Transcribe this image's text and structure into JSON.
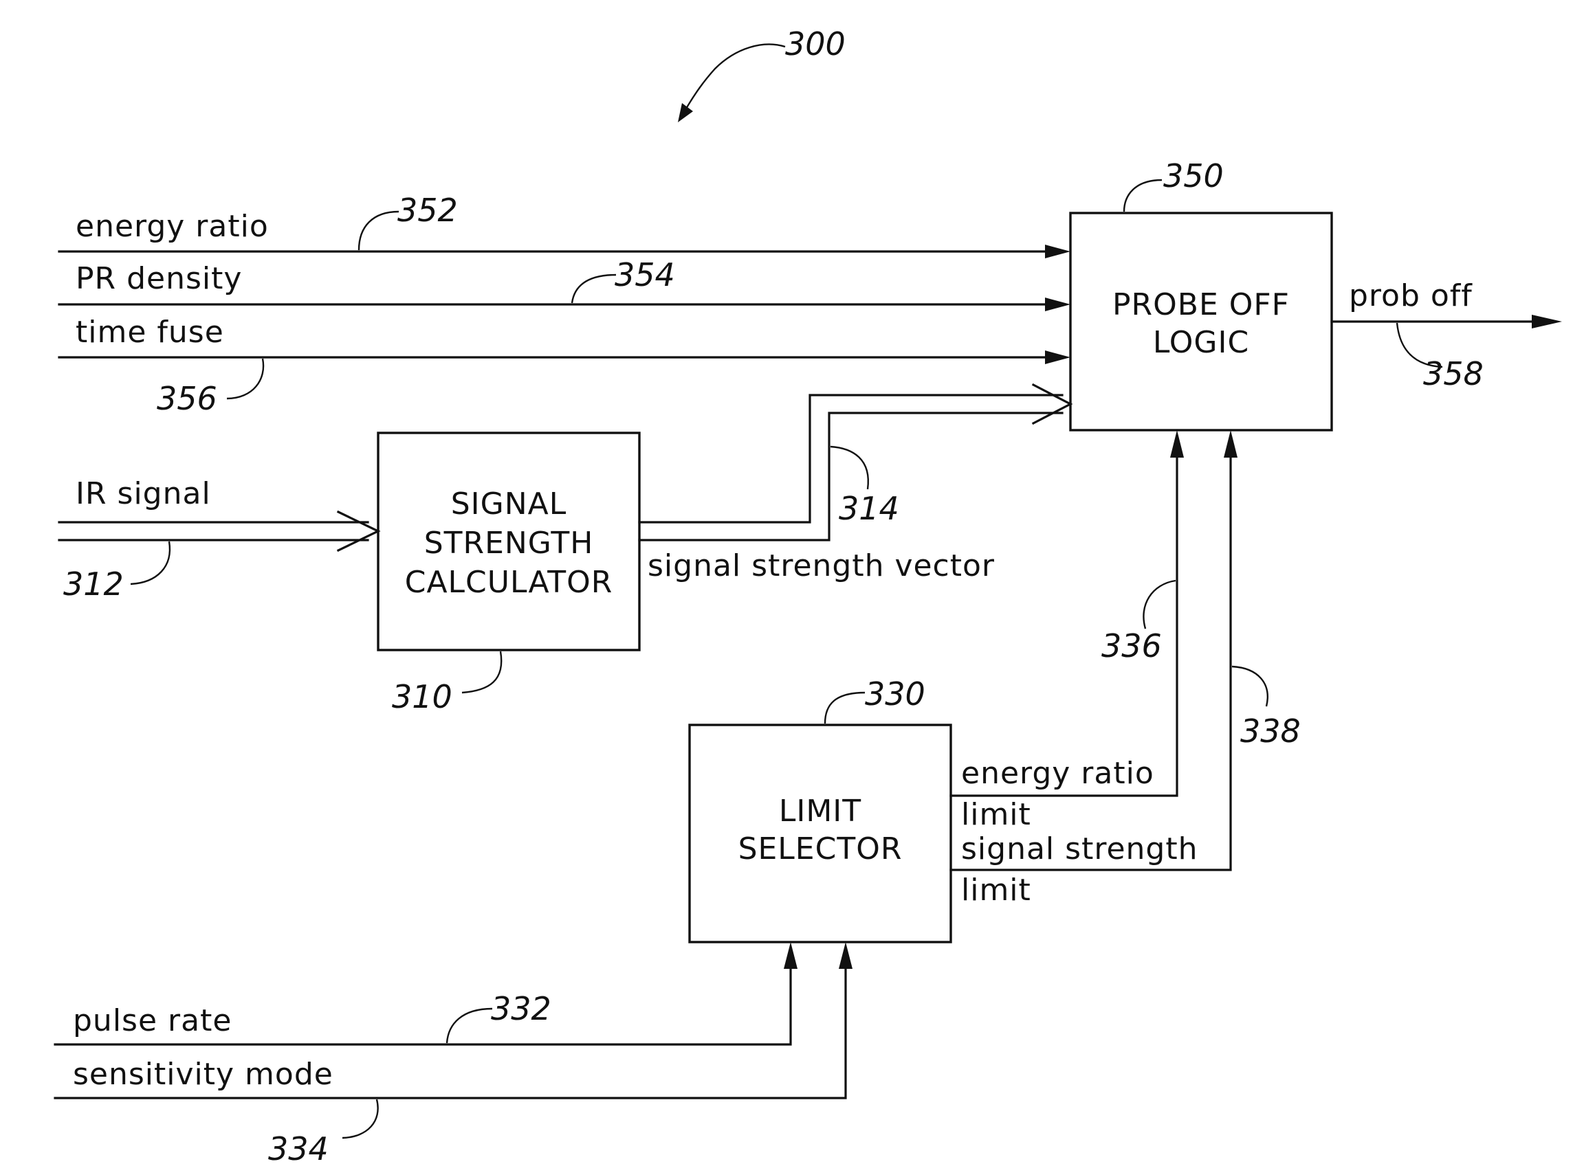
{
  "figure_ref": "300",
  "blocks": {
    "probe_off_logic": {
      "ref": "350",
      "line1": "PROBE OFF",
      "line2": "LOGIC"
    },
    "signal_strength_calculator": {
      "ref": "310",
      "line1": "SIGNAL",
      "line2": "STRENGTH",
      "line3": "CALCULATOR"
    },
    "limit_selector": {
      "ref": "330",
      "line1": "LIMIT",
      "line2": "SELECTOR"
    }
  },
  "signals": {
    "energy_ratio": {
      "label": "energy ratio",
      "ref": "352"
    },
    "pr_density": {
      "label": "PR density",
      "ref": "354"
    },
    "time_fuse": {
      "label": "time fuse",
      "ref": "356"
    },
    "ir_signal": {
      "label": "IR signal",
      "ref": "312"
    },
    "signal_strength_vector": {
      "label": "signal strength vector",
      "ref": "314"
    },
    "energy_ratio_limit": {
      "label_line1": "energy ratio",
      "label_line2": "limit",
      "ref": "336"
    },
    "signal_strength_limit": {
      "label_line1": "signal strength",
      "label_line2": "limit",
      "ref": "338"
    },
    "pulse_rate": {
      "label": "pulse rate",
      "ref": "332"
    },
    "sensitivity_mode": {
      "label": "sensitivity mode",
      "ref": "334"
    },
    "prob_off": {
      "label": "prob off",
      "ref": "358"
    }
  }
}
